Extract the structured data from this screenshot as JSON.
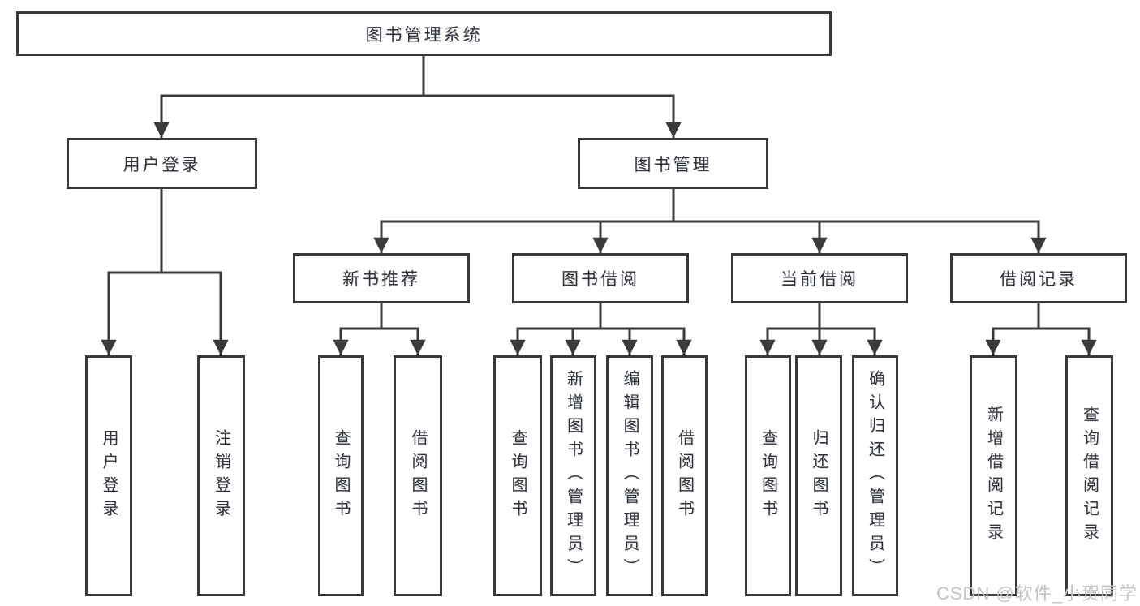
{
  "diagram": {
    "root": "图书管理系统",
    "branches": [
      {
        "label": "用户登录",
        "children": [
          "用户登录",
          "注销登录"
        ]
      },
      {
        "label": "图书管理",
        "sections": [
          {
            "label": "新书推荐",
            "children": [
              "查询图书",
              "借阅图书"
            ]
          },
          {
            "label": "图书借阅",
            "children": [
              "查询图书",
              "新增图书（管理员）",
              "编辑图书（管理员）",
              "借阅图书"
            ]
          },
          {
            "label": "当前借阅",
            "children": [
              "查询图书",
              "归还图书",
              "确认归还（管理员）"
            ]
          },
          {
            "label": "借阅记录",
            "children": [
              "新增借阅记录",
              "查询借阅记录"
            ]
          }
        ]
      }
    ]
  },
  "watermark": {
    "text": "CSDN @软件_小贺同学"
  },
  "colors": {
    "box_border": "#3a3a3a",
    "line": "#3a3a3a",
    "text": "#333333",
    "watermark": "#c4c4c4",
    "background": "#ffffff"
  }
}
